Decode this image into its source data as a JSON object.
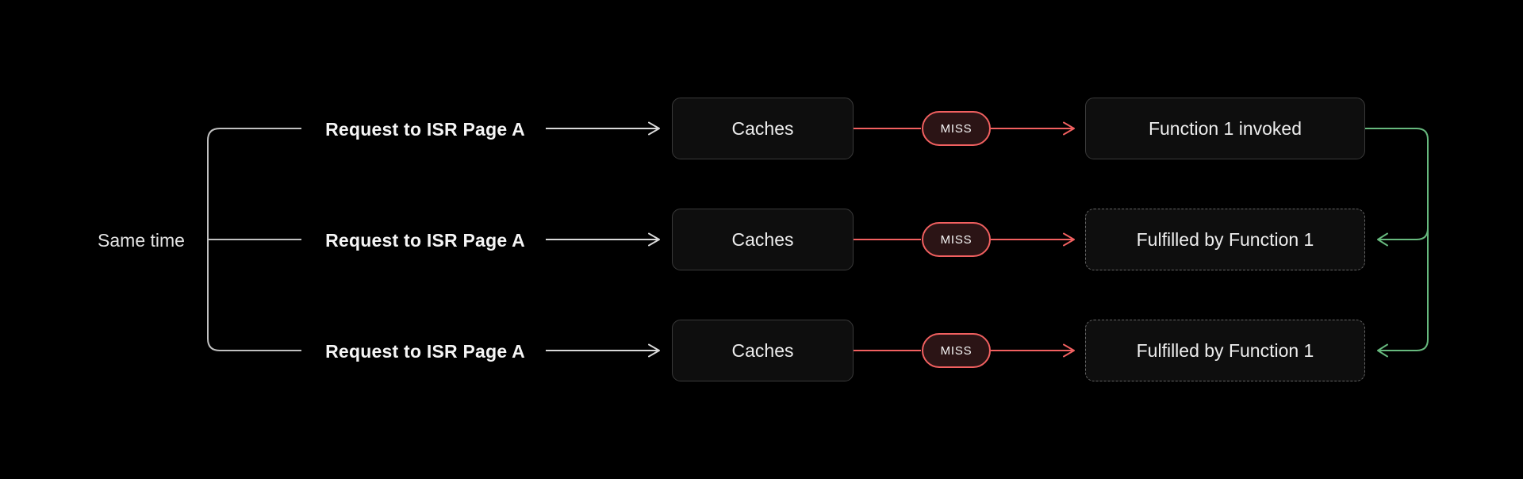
{
  "diagram": {
    "left_label": "Same time",
    "rows": [
      {
        "request": "Request to ISR Page A",
        "cache": "Caches",
        "badge": "MISS",
        "result": "Function 1 invoked",
        "result_border": "solid"
      },
      {
        "request": "Request to ISR Page A",
        "cache": "Caches",
        "badge": "MISS",
        "result": "Fulfilled by Function 1",
        "result_border": "dashed"
      },
      {
        "request": "Request to ISR Page A",
        "cache": "Caches",
        "badge": "MISS",
        "result": "Fulfilled by Function 1",
        "result_border": "dashed"
      }
    ],
    "connectors": {
      "request_to_cache": "white-arrow",
      "cache_to_result": "red-miss-arrow",
      "function_reuse": "green-arrow"
    }
  },
  "colors": {
    "background": "#000000",
    "box_fill": "#0e0e0e",
    "box_border": "#3a3a3a",
    "dashed_border": "#646464",
    "node_text": "#ededed",
    "request_text": "#f5f5f5",
    "muted_text": "#e3e3e3",
    "white_line": "#d9d9d9",
    "bracket_line": "#c0c0c0",
    "red": "#f16060",
    "miss_fill": "#2b1415",
    "miss_text": "#f6f6f6",
    "green": "#67b97e"
  }
}
